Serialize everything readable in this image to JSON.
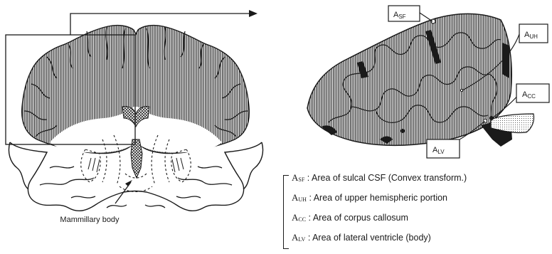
{
  "diagram": {
    "left_label": "Mammillary body",
    "tags": {
      "sf": {
        "main": "A",
        "sub": "SF"
      },
      "uh": {
        "main": "A",
        "sub": "UH"
      },
      "cc": {
        "main": "A",
        "sub": "CC"
      },
      "lv": {
        "main": "A",
        "sub": "LV"
      }
    }
  },
  "legend": {
    "items": [
      {
        "main": "A",
        "sub": "SF",
        "text": "Area of sulcal CSF  (Convex transform.)"
      },
      {
        "main": "A",
        "sub": "UH",
        "text": "Area of upper hemispheric portion"
      },
      {
        "main": "A",
        "sub": "CC",
        "text": "Area of corpus callosum"
      },
      {
        "main": "A",
        "sub": "LV",
        "text": "Area of lateral ventricle  (body)"
      }
    ]
  }
}
